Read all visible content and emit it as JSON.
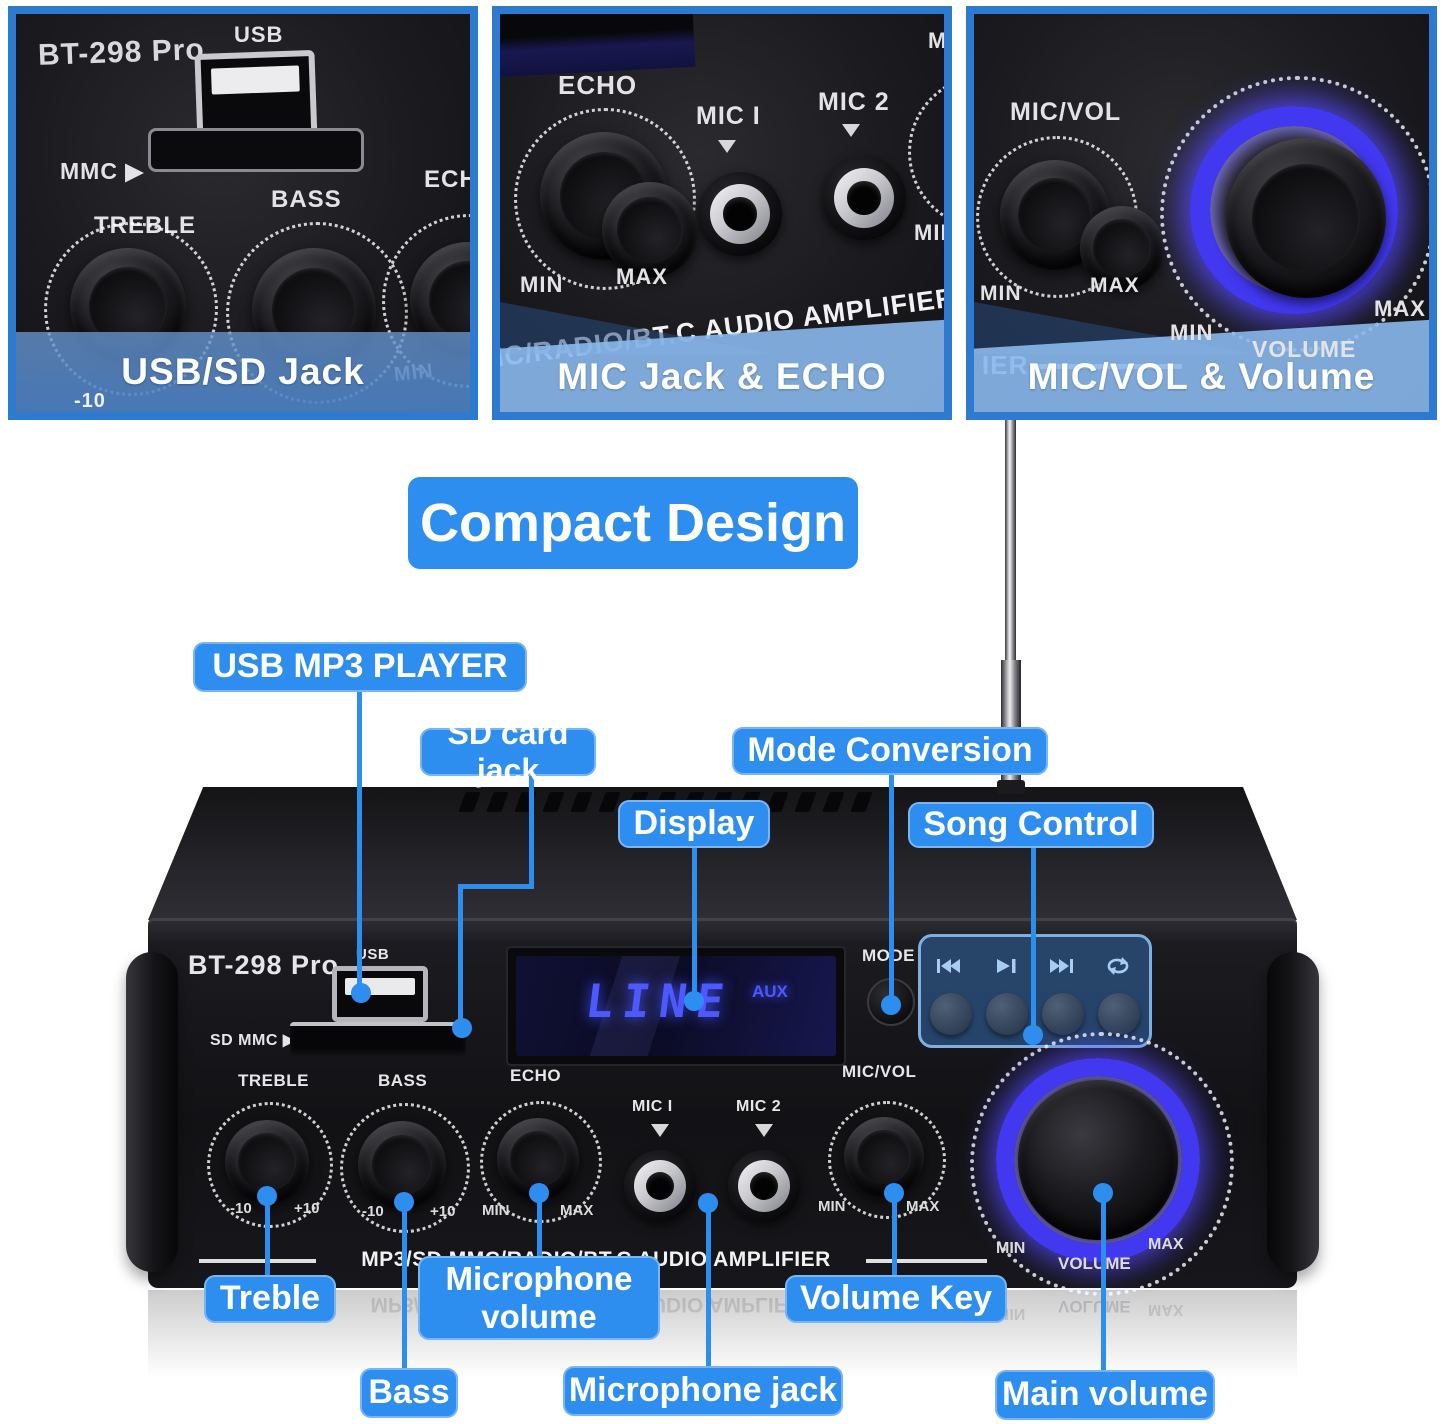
{
  "colors": {
    "accent_blue": "#2e8ef0",
    "panel_border_blue": "#2e7ad1",
    "caption_band_blue": "#8ab8ea",
    "led_text_blue": "#4d58ff",
    "volume_ring_blue": "#4238f0"
  },
  "detail_panels": [
    {
      "caption": "USB/SD Jack",
      "model": "BT-298 Pro",
      "usb_label": "USB",
      "slot_label": "MMC ▶",
      "knob_labels": [
        "TREBLE",
        "BASS",
        "ECHO"
      ],
      "tick_low": "-10",
      "tick_min": "MIN"
    },
    {
      "caption": "MIC Jack & ECHO",
      "knob_label": "ECHO",
      "jack1": "MIC I",
      "jack2": "MIC 2",
      "min_left": "MIN",
      "max_center": "MAX",
      "min_right": "MIN",
      "top_partial": "MI",
      "diagonal_text": "IC/RADIO/BT.C AUDIO AMPLIFIER"
    },
    {
      "caption": "MIC/VOL & Volume",
      "knob_label": "MIC/VOL",
      "min": "MIN",
      "max": "MAX",
      "vol_min": "MIN",
      "vol_label": "VOLUME",
      "vol_max": "MAX",
      "bottom_partial": "IER"
    }
  ],
  "banner": {
    "text": "Compact Design"
  },
  "callouts": {
    "usb_mp3_player": "USB MP3 PLAYER",
    "sd_card_jack": "SD card jack",
    "mode_conversion": "Mode Conversion",
    "display": "Display",
    "song_control": "Song Control",
    "treble": "Treble",
    "microphone_volume": "Microphone volume",
    "volume_key": "Volume Key",
    "bass": "Bass",
    "microphone_jack": "Microphone jack",
    "main_volume": "Main volume"
  },
  "amplifier": {
    "model": "BT-298 Pro",
    "usb_label": "USB",
    "sd_label": "SD MMC ▶",
    "display": {
      "value": "LINE",
      "badge": "AUX"
    },
    "mode_label": "MODE",
    "song_control_icons": [
      "previous-track-icon",
      "play-pause-icon",
      "next-track-icon",
      "repeat-icon"
    ],
    "knobs": [
      {
        "label": "TREBLE",
        "min": "-10",
        "max": "+10"
      },
      {
        "label": "BASS",
        "min": "-10",
        "max": "+10"
      },
      {
        "label": "ECHO",
        "min": "MIN",
        "max": "MAX"
      },
      {
        "label": "MIC/VOL",
        "min": "MIN",
        "max": "MAX"
      }
    ],
    "jacks": [
      {
        "label": "MIC I"
      },
      {
        "label": "MIC 2"
      }
    ],
    "volume": {
      "min": "MIN",
      "label": "VOLUME",
      "max": "MAX"
    },
    "bottom_text": "MP3/SD MMC/RADIO/BT.C AUDIO AMPLIFIER"
  }
}
